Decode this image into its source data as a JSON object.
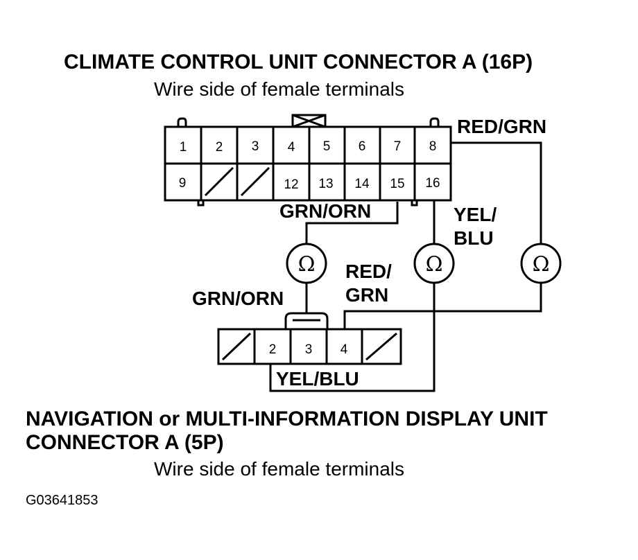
{
  "connector_a": {
    "title": "CLIMATE CONTROL UNIT CONNECTOR A (16P)",
    "subtitle": "Wire side of female terminals",
    "pins_top": [
      "1",
      "2",
      "3",
      "4",
      "5",
      "6",
      "7",
      "8"
    ],
    "pins_bottom": [
      "9",
      "12",
      "13",
      "14",
      "15",
      "16"
    ]
  },
  "connector_b": {
    "title_line1": "NAVIGATION or MULTI-INFORMATION DISPLAY UNIT",
    "title_line2": "CONNECTOR A (5P)",
    "subtitle": "Wire side of female terminals",
    "pins": [
      "2",
      "3",
      "4"
    ]
  },
  "wires": {
    "red_grn_top": "RED/GRN",
    "grn_orn_top": "GRN/ORN",
    "yel_blu_top_1": "YEL/",
    "yel_blu_top_2": "BLU",
    "red_grn_mid_1": "RED/",
    "red_grn_mid_2": "GRN",
    "grn_orn_bottom": "GRN/ORN",
    "yel_blu_bottom": "YEL/BLU"
  },
  "ohmmeter_symbol": "Ω",
  "figure_code": "G03641853"
}
